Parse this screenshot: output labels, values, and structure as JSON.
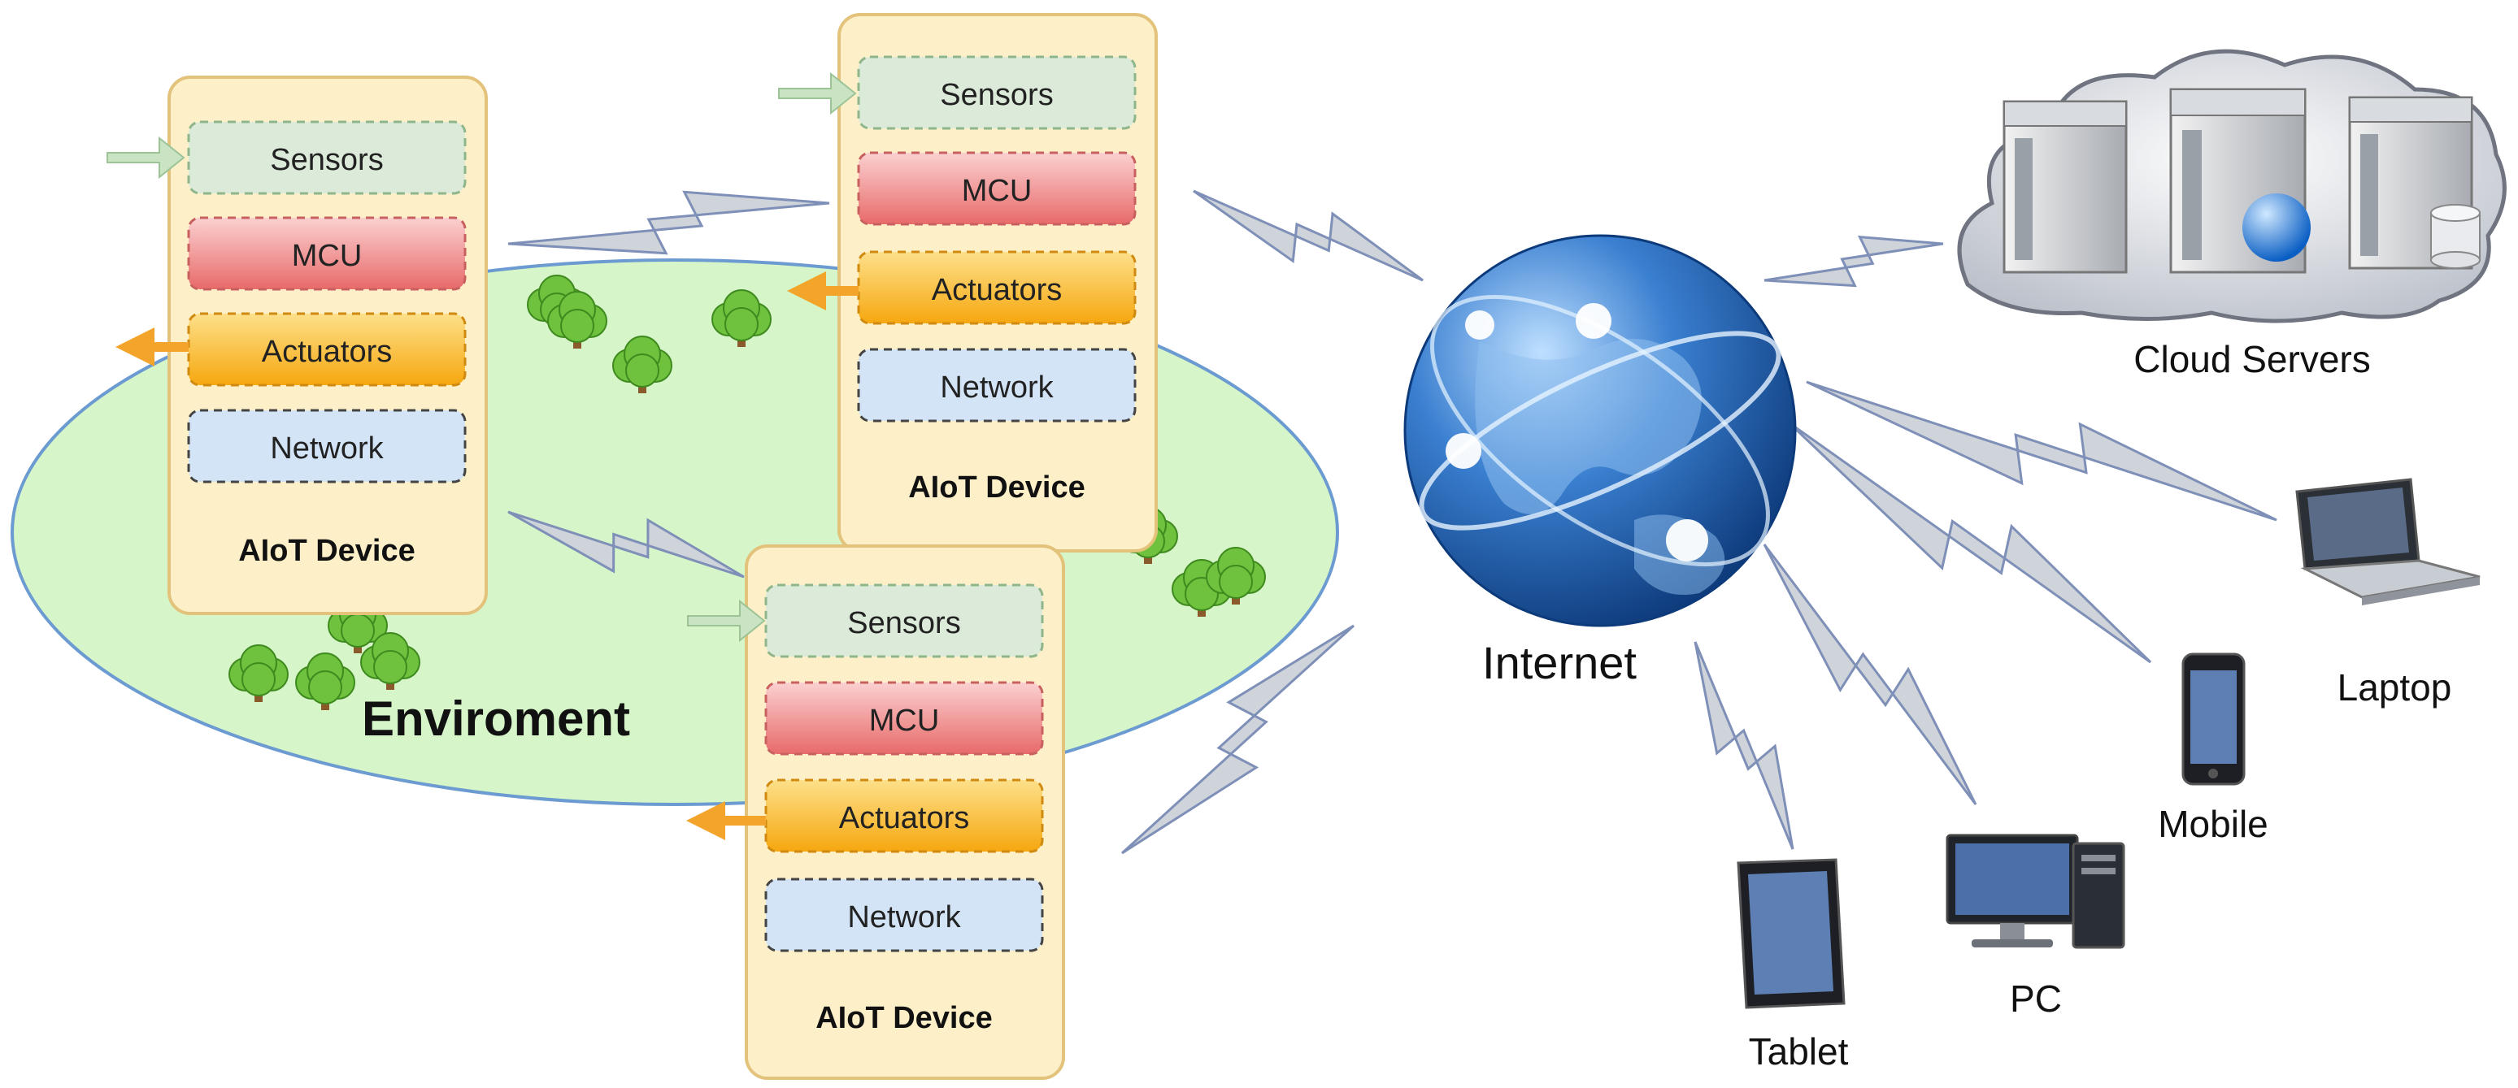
{
  "environment": {
    "label": "Enviroment"
  },
  "devices": [
    {
      "title": "AIoT Device",
      "sensors": "Sensors",
      "mcu": "MCU",
      "actuators": "Actuators",
      "network": "Network"
    },
    {
      "title": "AIoT Device",
      "sensors": "Sensors",
      "mcu": "MCU",
      "actuators": "Actuators",
      "network": "Network"
    },
    {
      "title": "AIoT Device",
      "sensors": "Sensors",
      "mcu": "MCU",
      "actuators": "Actuators",
      "network": "Network"
    }
  ],
  "internet": {
    "label": "Internet"
  },
  "cloud": {
    "label": "Cloud Servers"
  },
  "clients": {
    "laptop": "Laptop",
    "mobile": "Mobile",
    "pc": "PC",
    "tablet": "Tablet"
  },
  "colors": {
    "environment_fill": "#d6f5c8",
    "environment_stroke": "#6b9bd1",
    "device_fill": "#fdf0c8",
    "device_stroke": "#e3c27b",
    "sensors_fill": "#dcebd9",
    "sensors_stroke": "#8fb58a",
    "mcu_fill": "#ee8b8b",
    "mcu_stroke": "#c86060",
    "actuators_fill": "#f8b520",
    "actuators_stroke": "#d08a10",
    "network_fill": "#d3e4f7",
    "network_stroke": "#444444",
    "arrow_orange": "#f2a52a",
    "arrow_green": "#b9d9b3",
    "bolt_fill": "#cfd3da",
    "bolt_stroke": "#7f90b8",
    "globe": "#2a63b3",
    "tree": "#6ec23e"
  }
}
